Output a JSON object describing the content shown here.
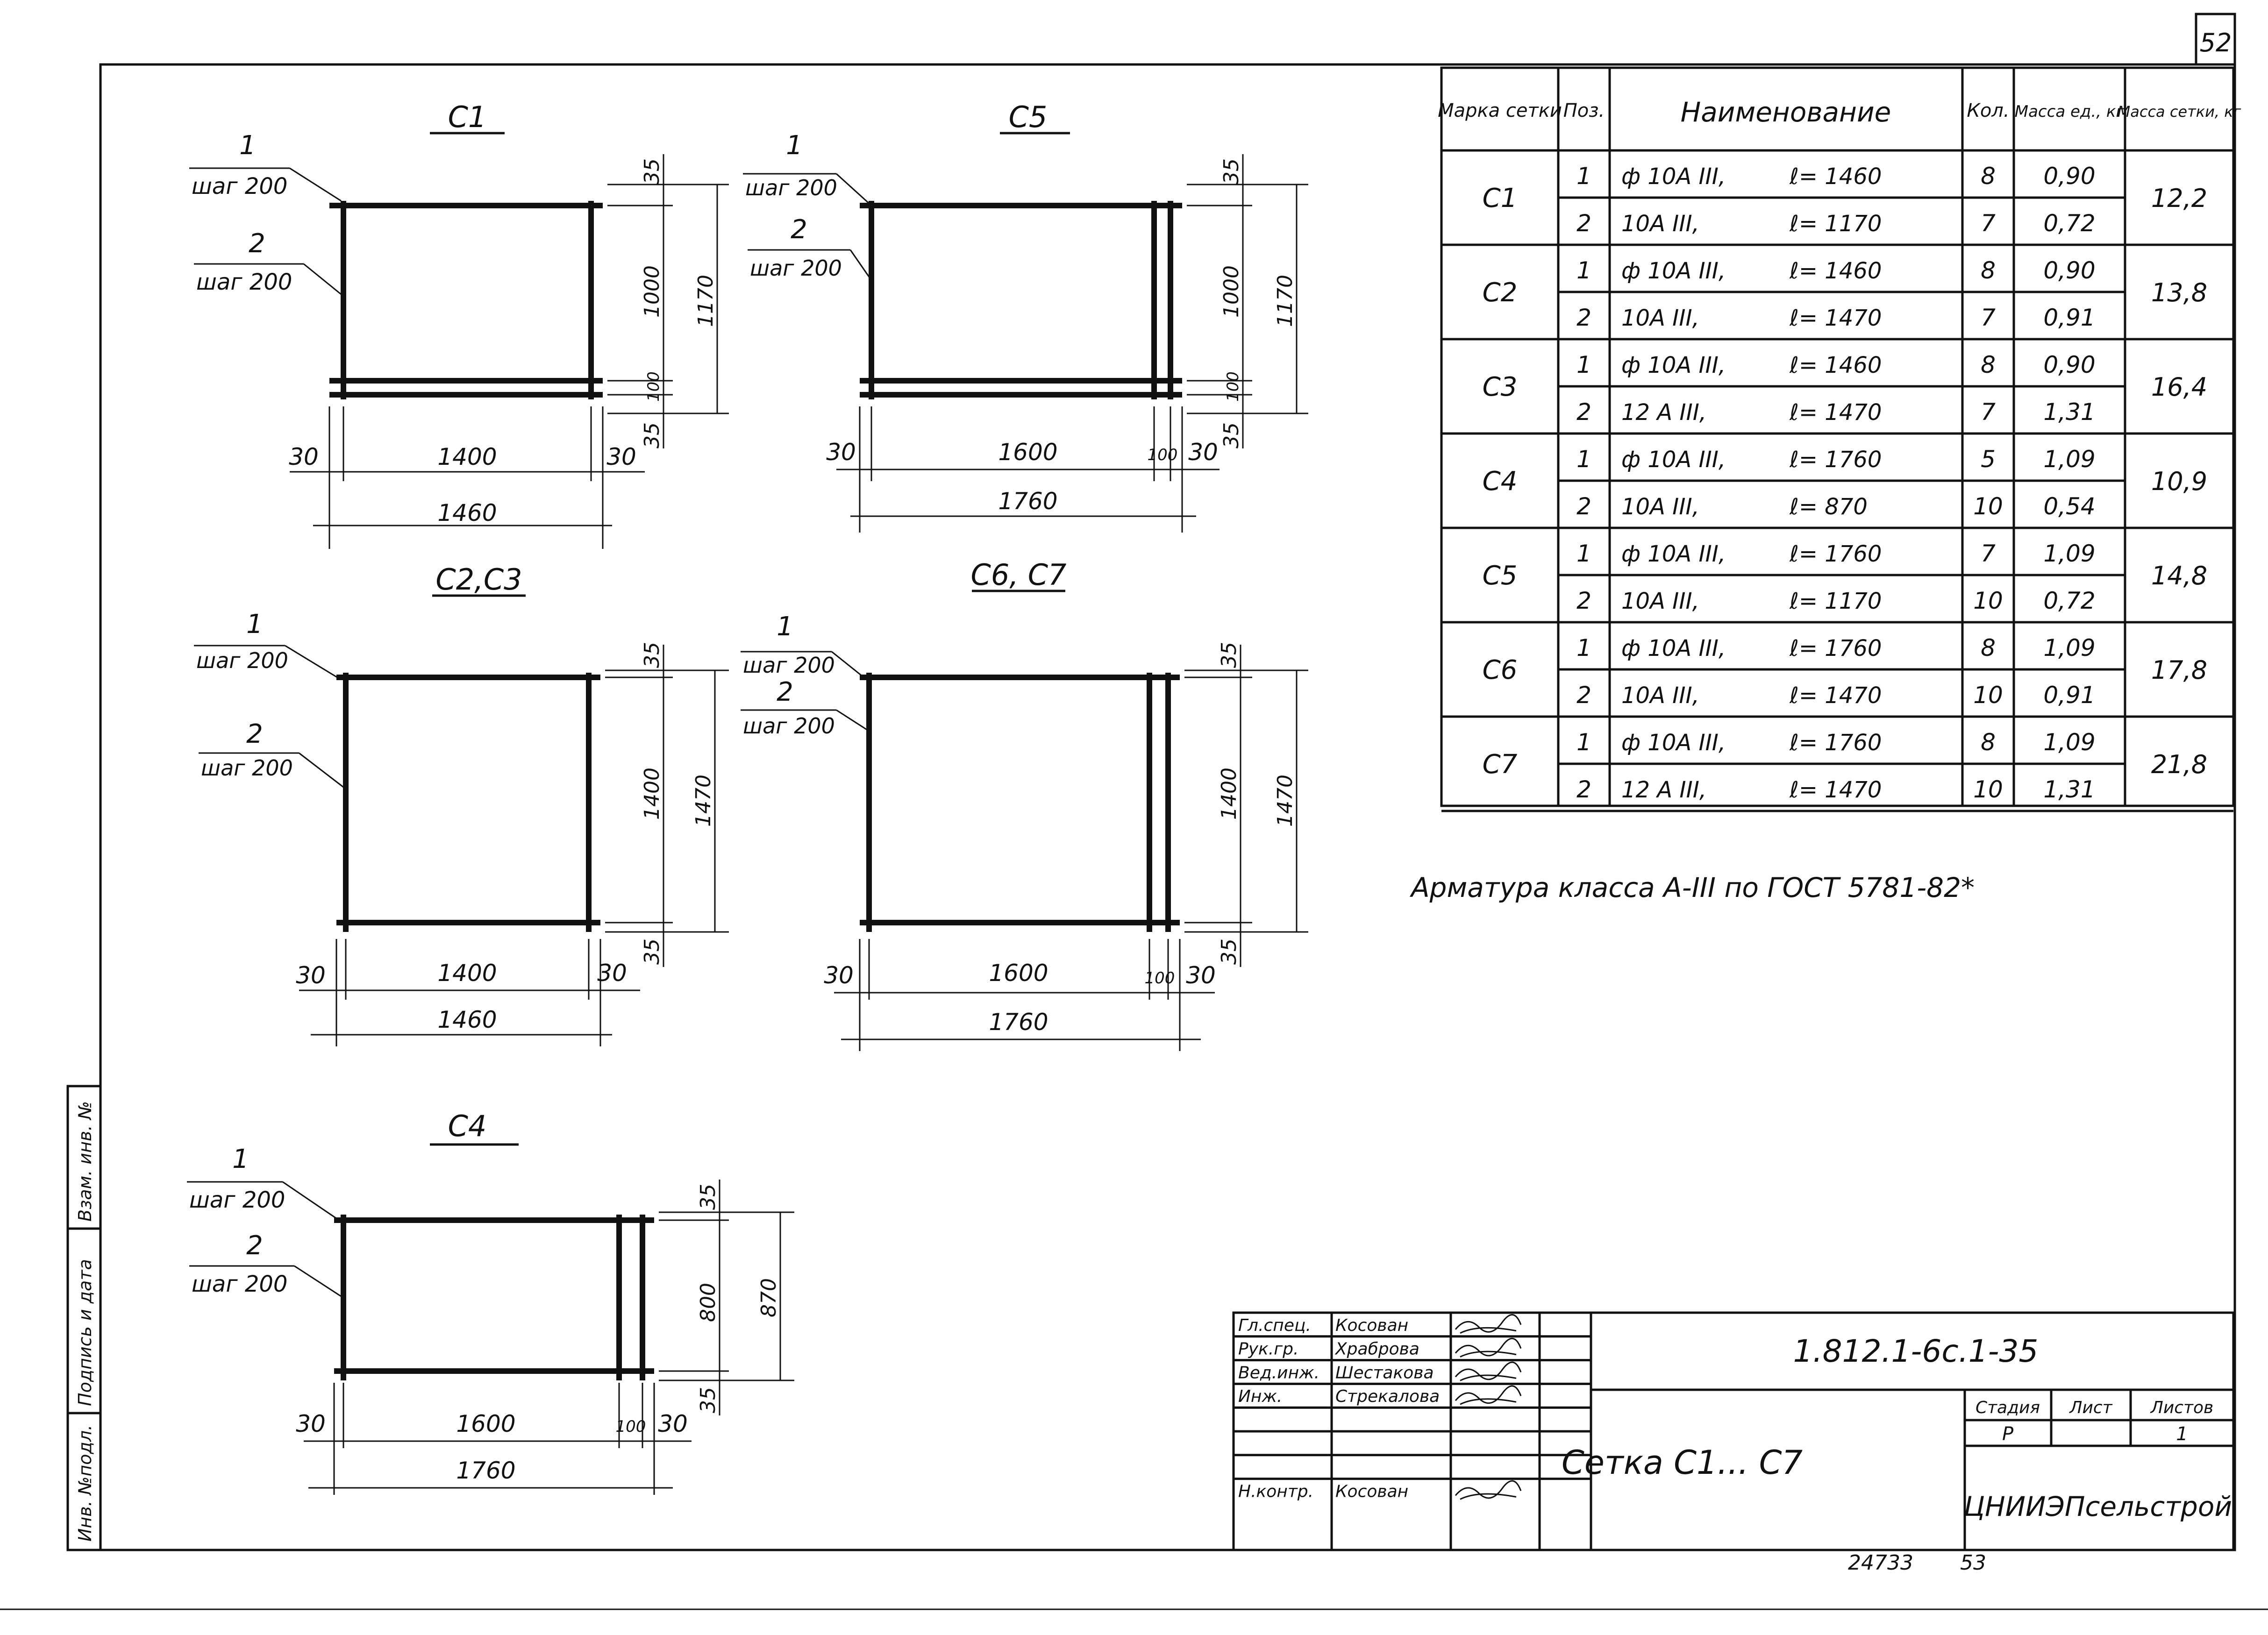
{
  "sheet": {
    "page_number": "52",
    "footer_inventory": "24733",
    "footer_number": "53",
    "note": "Арматура класса А-III по ГОСТ 5781-82*"
  },
  "side_strip": [
    "Инв. №подл.",
    "Подпись и дата",
    "Взам. инв. №"
  ],
  "meshes": [
    {
      "key": "c1",
      "title": "С1",
      "pos1": "1",
      "pos2": "2",
      "step1": "шаг 200",
      "step2": "шаг 200",
      "dim_h_top": "1400",
      "dim_h_total": "1460",
      "dim_left": "30",
      "dim_right": "30",
      "dim_extra": "",
      "dim_v_top": "35",
      "dim_v_mid": "1000",
      "dim_v_small": "100",
      "dim_v_bottom": "35",
      "dim_v_total": "1170"
    },
    {
      "key": "c5",
      "title": "С5",
      "pos1": "1",
      "pos2": "2",
      "step1": "шаг 200",
      "step2": "шаг 200",
      "dim_h_top": "1600",
      "dim_h_total": "1760",
      "dim_left": "30",
      "dim_right": "30",
      "dim_extra": "100",
      "dim_v_top": "35",
      "dim_v_mid": "1000",
      "dim_v_small": "100",
      "dim_v_bottom": "35",
      "dim_v_total": "1170"
    },
    {
      "key": "c23",
      "title": "С2,С3",
      "pos1": "1",
      "pos2": "2",
      "step1": "шаг 200",
      "step2": "шаг 200",
      "dim_h_top": "1400",
      "dim_h_total": "1460",
      "dim_left": "30",
      "dim_right": "30",
      "dim_extra": "",
      "dim_v_top": "35",
      "dim_v_mid": "1400",
      "dim_v_small": "",
      "dim_v_bottom": "35",
      "dim_v_total": "1470"
    },
    {
      "key": "c67",
      "title": "С6, С7",
      "pos1": "1",
      "pos2": "2",
      "step1": "шаг 200",
      "step2": "шаг 200",
      "dim_h_top": "1600",
      "dim_h_total": "1760",
      "dim_left": "30",
      "dim_right": "30",
      "dim_extra": "100",
      "dim_v_top": "35",
      "dim_v_mid": "1400",
      "dim_v_small": "",
      "dim_v_bottom": "35",
      "dim_v_total": "1470"
    },
    {
      "key": "c4",
      "title": "С4",
      "pos1": "1",
      "pos2": "2",
      "step1": "шаг 200",
      "step2": "шаг 200",
      "dim_h_top": "1600",
      "dim_h_total": "1760",
      "dim_left": "30",
      "dim_right": "30",
      "dim_extra": "100",
      "dim_v_top": "35",
      "dim_v_mid": "800",
      "dim_v_small": "",
      "dim_v_bottom": "35",
      "dim_v_total": "870"
    }
  ],
  "spec_table": {
    "headers": [
      "Марка сетки",
      "Поз.",
      "Наименование",
      "Кол.",
      "Масса ед., кг",
      "Масса сетки, кг"
    ],
    "groups": [
      {
        "mark": "С1",
        "total": "12,2",
        "rows": [
          {
            "pos": "1",
            "name": "ф 10А III,",
            "len": "ℓ= 1460",
            "qty": "8",
            "mass": "0,90"
          },
          {
            "pos": "2",
            "name": "10А III,",
            "len": "ℓ= 1170",
            "qty": "7",
            "mass": "0,72"
          }
        ]
      },
      {
        "mark": "С2",
        "total": "13,8",
        "rows": [
          {
            "pos": "1",
            "name": "ф 10А III,",
            "len": "ℓ= 1460",
            "qty": "8",
            "mass": "0,90"
          },
          {
            "pos": "2",
            "name": "10А III,",
            "len": "ℓ= 1470",
            "qty": "7",
            "mass": "0,91"
          }
        ]
      },
      {
        "mark": "С3",
        "total": "16,4",
        "rows": [
          {
            "pos": "1",
            "name": "ф 10А III,",
            "len": "ℓ= 1460",
            "qty": "8",
            "mass": "0,90"
          },
          {
            "pos": "2",
            "name": "12 А III,",
            "len": "ℓ= 1470",
            "qty": "7",
            "mass": "1,31"
          }
        ]
      },
      {
        "mark": "С4",
        "total": "10,9",
        "rows": [
          {
            "pos": "1",
            "name": "ф 10А III,",
            "len": "ℓ= 1760",
            "qty": "5",
            "mass": "1,09"
          },
          {
            "pos": "2",
            "name": "10А III,",
            "len": "ℓ= 870",
            "qty": "10",
            "mass": "0,54"
          }
        ]
      },
      {
        "mark": "С5",
        "total": "14,8",
        "rows": [
          {
            "pos": "1",
            "name": "ф 10А III,",
            "len": "ℓ= 1760",
            "qty": "7",
            "mass": "1,09"
          },
          {
            "pos": "2",
            "name": "10А III,",
            "len": "ℓ= 1170",
            "qty": "10",
            "mass": "0,72"
          }
        ]
      },
      {
        "mark": "С6",
        "total": "17,8",
        "rows": [
          {
            "pos": "1",
            "name": "ф 10А III,",
            "len": "ℓ= 1760",
            "qty": "8",
            "mass": "1,09"
          },
          {
            "pos": "2",
            "name": "10А III,",
            "len": "ℓ= 1470",
            "qty": "10",
            "mass": "0,91"
          }
        ]
      },
      {
        "mark": "С7",
        "total": "21,8",
        "rows": [
          {
            "pos": "1",
            "name": "ф 10А III,",
            "len": "ℓ= 1760",
            "qty": "8",
            "mass": "1,09"
          },
          {
            "pos": "2",
            "name": "12 А III,",
            "len": "ℓ= 1470",
            "qty": "10",
            "mass": "1,31"
          }
        ]
      }
    ]
  },
  "title_block": {
    "roles": [
      {
        "role": "Гл.спец.",
        "name": "Косован"
      },
      {
        "role": "Рук.гр.",
        "name": "Храброва"
      },
      {
        "role": "Вед.инж.",
        "name": "Шестакова"
      },
      {
        "role": "Инж.",
        "name": "Стрекалова"
      },
      {
        "role": "",
        "name": ""
      },
      {
        "role": "",
        "name": ""
      },
      {
        "role": "",
        "name": ""
      },
      {
        "role": "Н.контр.",
        "name": "Косован"
      }
    ],
    "doc_code": "1.812.1-6с.1-35",
    "title": "Сетка С1... С7",
    "stage_label": "Стадия",
    "sheet_label": "Лист",
    "sheets_label": "Листов",
    "stage": "Р",
    "sheet": "",
    "sheets": "1",
    "org": "ЦНИИЭПсельстрой"
  }
}
